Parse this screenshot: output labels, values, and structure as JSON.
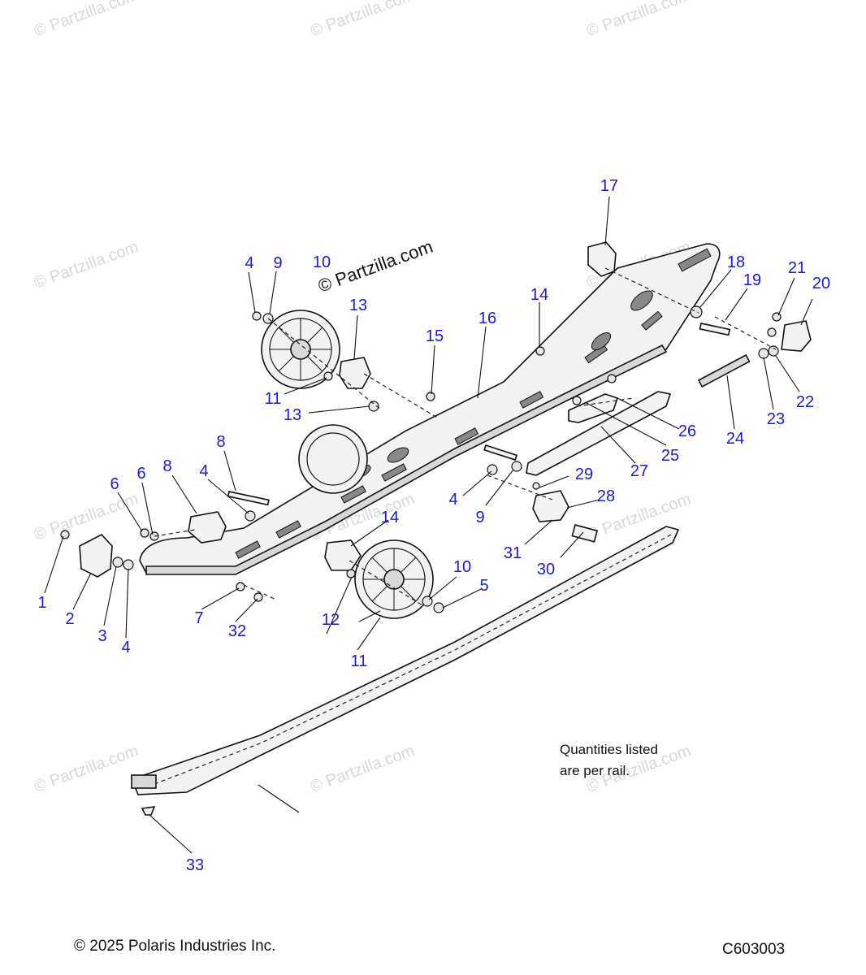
{
  "watermark": "© Partzilla.com",
  "brand_stamp": "© Partzilla.com",
  "callouts": [
    "1",
    "2",
    "3",
    "4",
    "4",
    "4",
    "4",
    "5",
    "6",
    "6",
    "7",
    "8",
    "8",
    "9",
    "9",
    "10",
    "10",
    "11",
    "11",
    "12",
    "13",
    "13",
    "14",
    "14",
    "15",
    "16",
    "17",
    "18",
    "19",
    "20",
    "21",
    "22",
    "23",
    "24",
    "25",
    "26",
    "27",
    "28",
    "29",
    "30",
    "31",
    "32",
    "33"
  ],
  "note": {
    "line1": "Quantities listed",
    "line2": "are per rail."
  },
  "footer": {
    "copyright": "© 2025 Polaris Industries Inc.",
    "diagram_code": "C603003"
  },
  "colors": {
    "callout": "#1a1adb",
    "line_art": "#111111",
    "watermark": "#d9d9d9"
  }
}
